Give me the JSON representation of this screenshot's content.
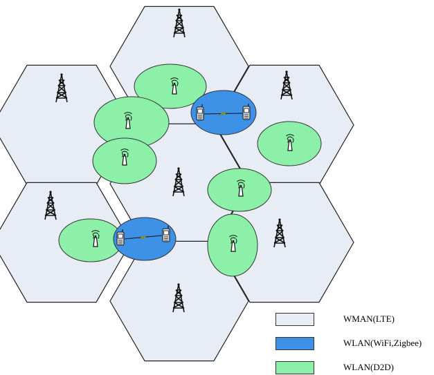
{
  "diagram": {
    "colors": {
      "cell_fill": "#e8ecf4",
      "cell_stroke": "#222222",
      "wlan_wifi_fill": "#3d91e6",
      "wlan_d2d_fill": "#8cf0a8",
      "link_color": "#f2e200"
    },
    "icons": {
      "base_station": "cell-tower-icon",
      "access_point": "antenna-icon",
      "device": "mobile-phone-icon",
      "link": "lightning-bolt-icon"
    }
  },
  "legend": [
    {
      "label": "WMAN(LTE)",
      "color": "#e8ecf4"
    },
    {
      "label": "WLAN(WiFi,Zigbee)",
      "color": "#3d91e6"
    },
    {
      "label": "WLAN(D2D)",
      "color": "#8cf0a8"
    }
  ]
}
